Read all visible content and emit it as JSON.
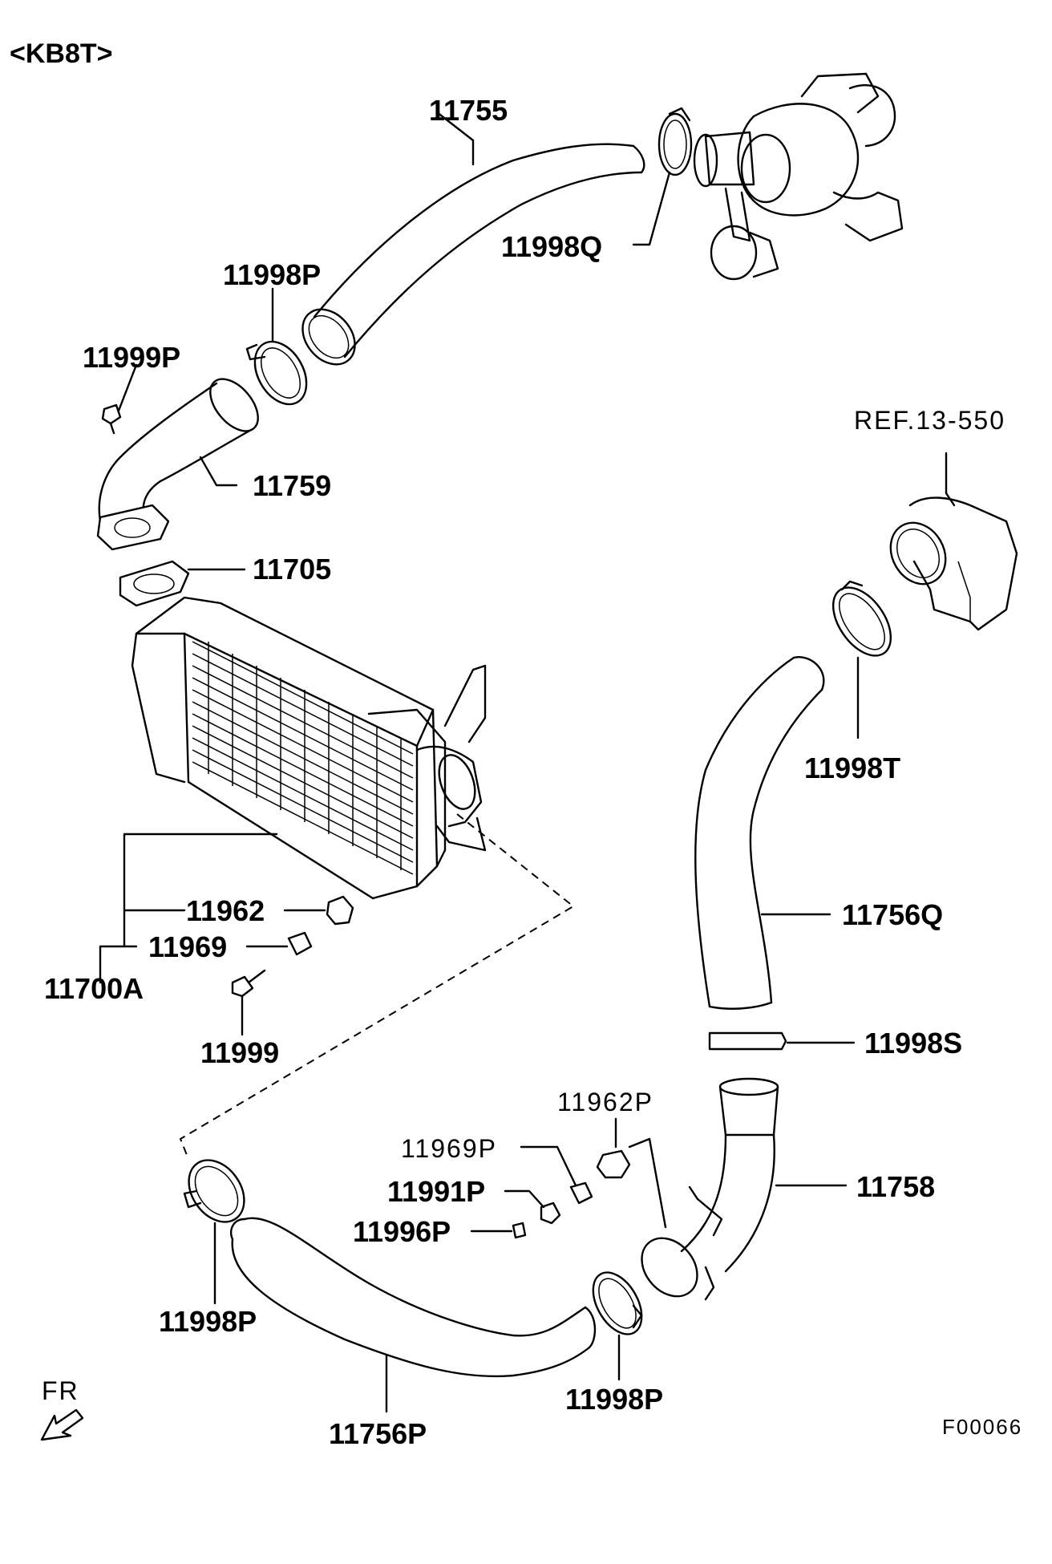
{
  "diagram_code": "<KB8T>",
  "figure_code": "F00066",
  "reference": "REF.13-550",
  "front_indicator": "FR",
  "labels": {
    "p11755": "11755",
    "p11998Q": "11998Q",
    "p11998P_top": "11998P",
    "p11999P": "11999P",
    "p11759": "11759",
    "p11705": "11705",
    "p11998T": "11998T",
    "p11756Q": "11756Q",
    "p11962": "11962",
    "p11969": "11969",
    "p11700A": "11700A",
    "p11999": "11999",
    "p11998S": "11998S",
    "p11962P": "11962P",
    "p11969P": "11969P",
    "p11991P": "11991P",
    "p11758": "11758",
    "p11996P": "11996P",
    "p11998P_left": "11998P",
    "p11998P_right": "11998P",
    "p11756P": "11756P"
  }
}
